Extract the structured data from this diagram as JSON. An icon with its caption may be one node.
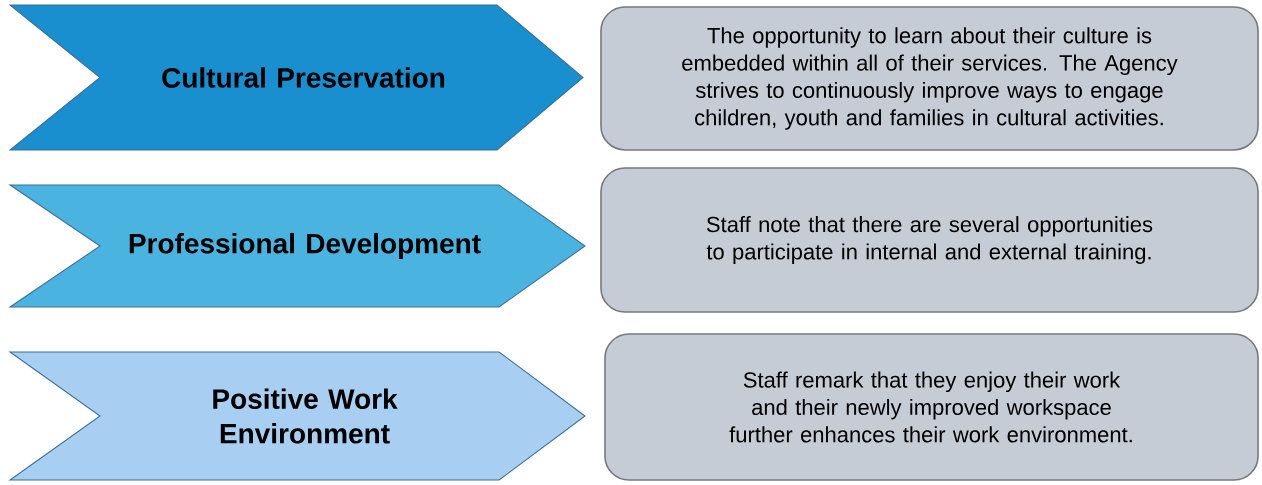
{
  "diagram": {
    "nodes": [
      {
        "text": [
          "Cultural Preservation"
        ]
      },
      {
        "text": [
          "The opportunity to learn about their culture is embedded within all of their services. The Agency strives to continuously improve ways to engage children, youth and families in cultural activities."
        ]
      },
      {
        "text": [
          "Professional Development"
        ]
      },
      {
        "text": [
          "Staff note that there are several opportunities to participate in internal and external training."
        ]
      },
      {
        "text": [
          "Positive Work Environment"
        ]
      },
      {
        "text": [
          "Staff remark that they enjoy their work and their newly improved workspace further enhances their work environment."
        ]
      }
    ]
  }
}
